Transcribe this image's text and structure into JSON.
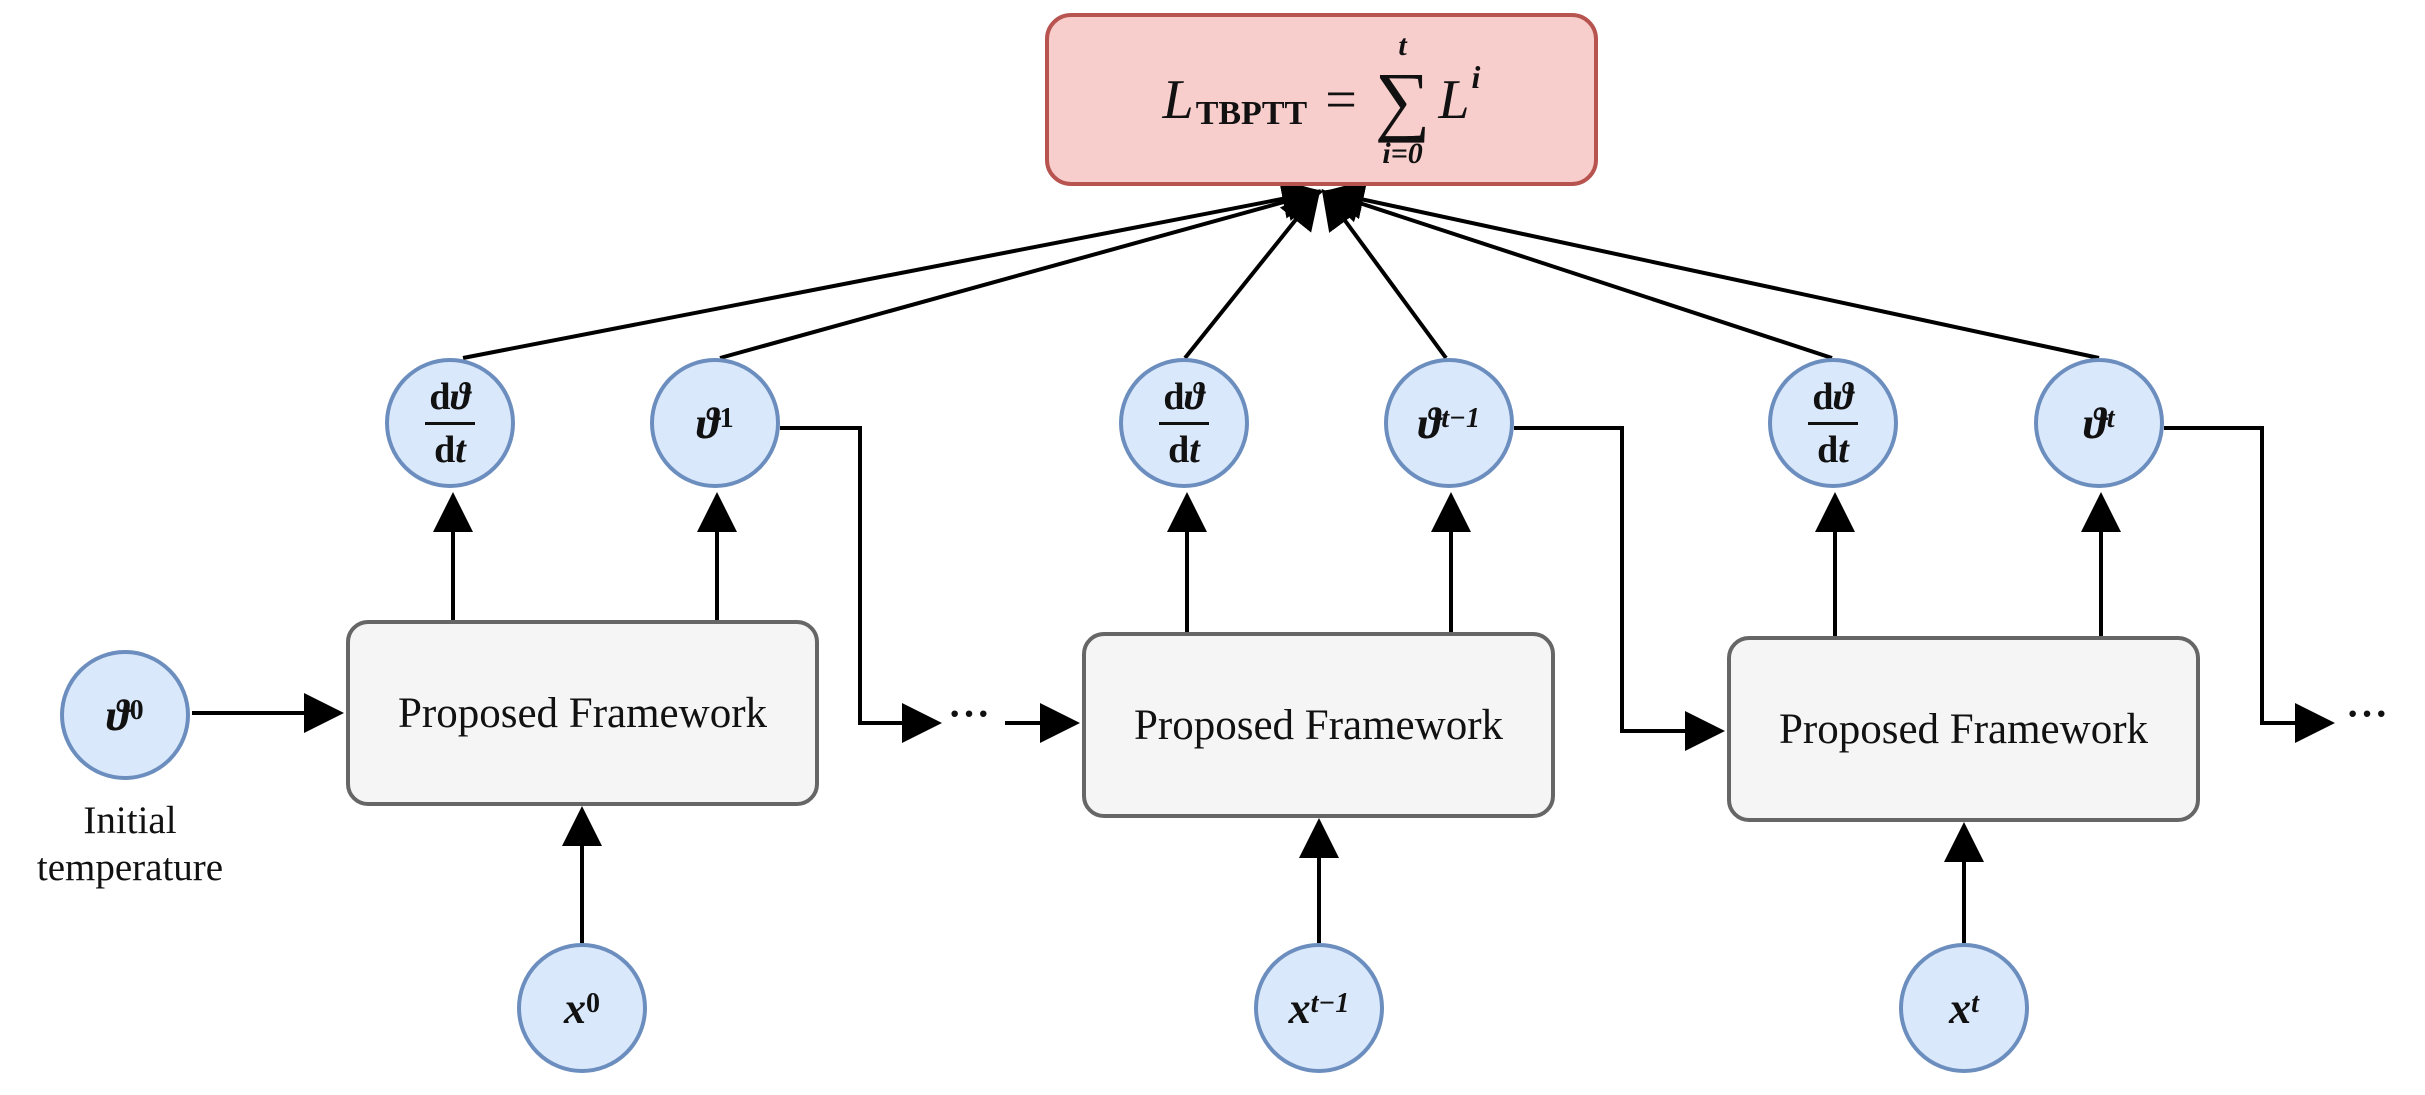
{
  "loss": {
    "L": "L",
    "sub": "TBPTT",
    "eq": "=",
    "sum_top": "t",
    "sum_symbol": "∑",
    "sum_bottom": "i=0",
    "term": "L",
    "term_sup": "i"
  },
  "frameworks": [
    "Proposed Framework",
    "Proposed Framework",
    "Proposed Framework"
  ],
  "theta_symbol": "ϑ",
  "x_symbol": "x",
  "nodes": {
    "theta0": {
      "sup": "0"
    },
    "theta1": {
      "sup": "1"
    },
    "theta_tm1": {
      "sup": "t−1"
    },
    "theta_t": {
      "sup": "t"
    },
    "x0": {
      "sup": "0"
    },
    "x_tm1": {
      "sup": "t−1"
    },
    "x_t": {
      "sup": "t"
    },
    "deriv": {
      "num_d": "d",
      "num_sym": "ϑ",
      "den_d": "d",
      "den_t": "t"
    }
  },
  "initial_label": [
    "Initial",
    "temperature"
  ],
  "ellipsis": "···",
  "colors": {
    "loss_fill": "#f8cecc",
    "loss_stroke": "#b85450",
    "node_fill": "#dae8fc",
    "node_stroke": "#6c8ebf",
    "box_fill": "#f5f5f5",
    "box_stroke": "#666666"
  }
}
